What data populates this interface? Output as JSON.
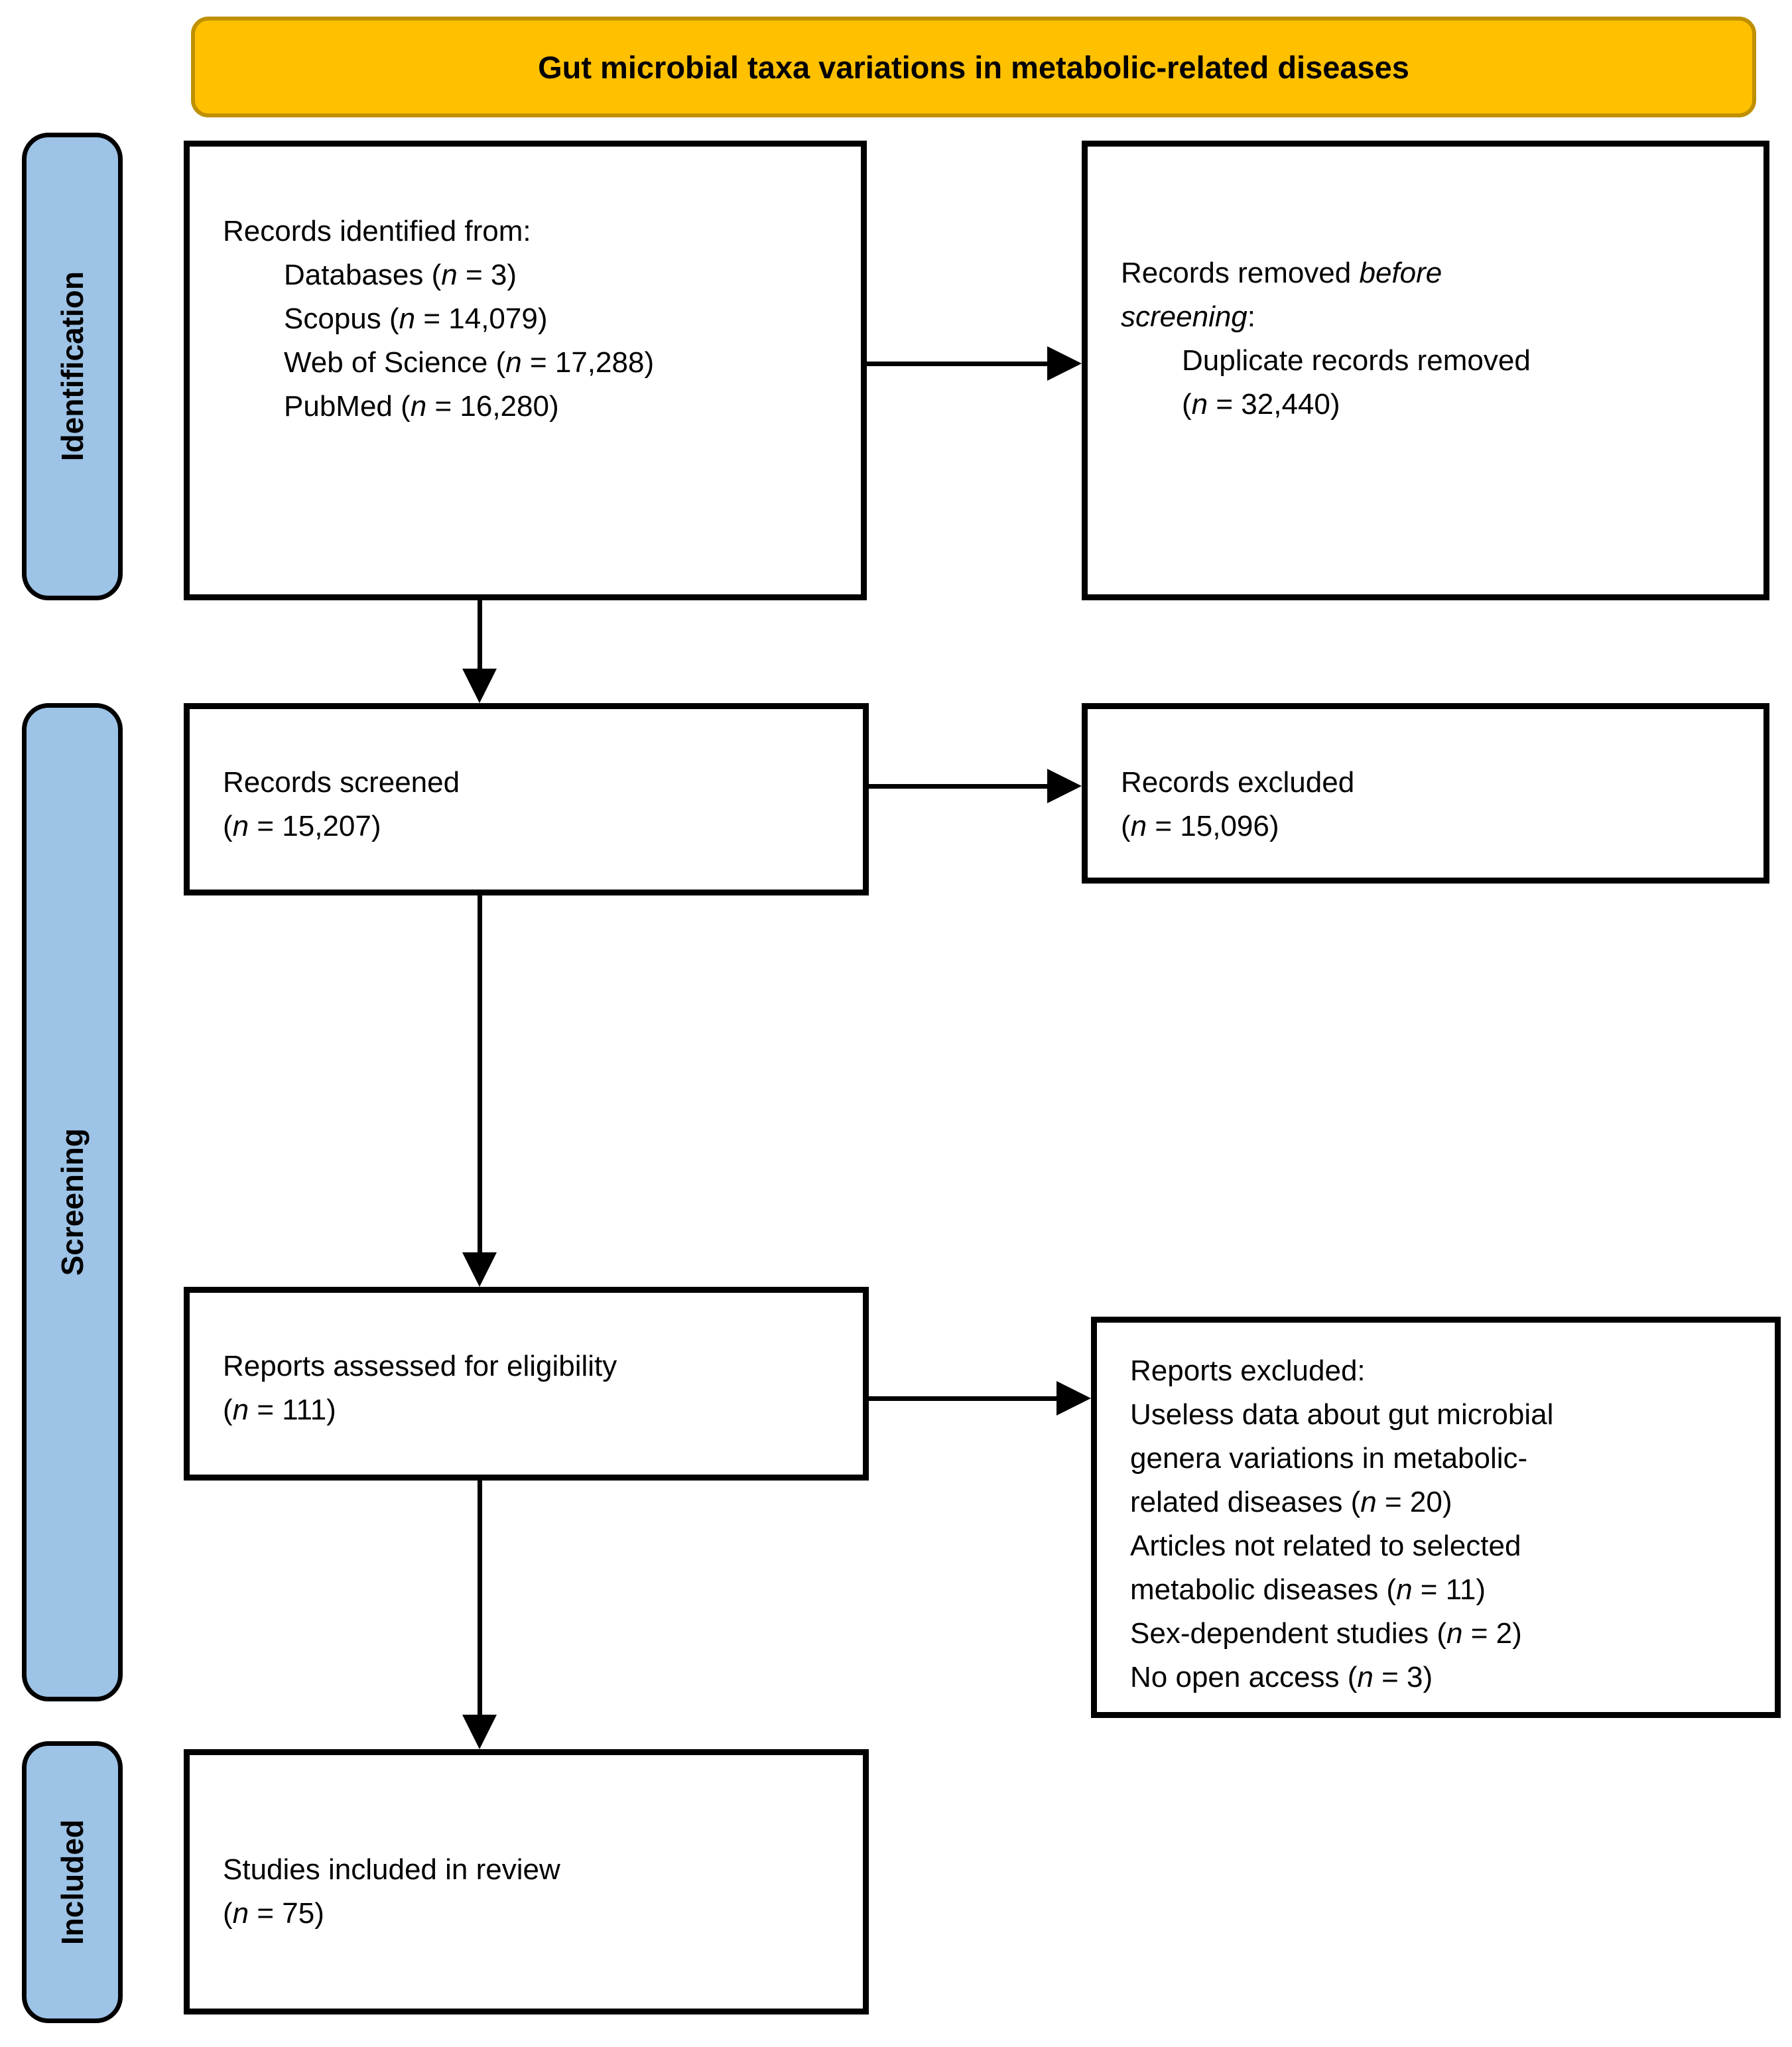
{
  "banner": {
    "label": "Gut microbial taxa variations in metabolic-related diseases",
    "fill_color": "#FFC000",
    "border_color": "#BF9000"
  },
  "stages": [
    {
      "label": "Identification"
    },
    {
      "label": "Screening"
    },
    {
      "label": "Included"
    }
  ],
  "stage_fill_color": "#9DC3E6",
  "box_border_color": "#000000",
  "arrow_color": "#000000",
  "boxes": {
    "identified": {
      "lines": [
        {
          "indent": 0,
          "segments": [
            {
              "t": "Records identified from:"
            }
          ]
        },
        {
          "indent": 1,
          "segments": [
            {
              "t": "Databases ("
            },
            {
              "t": "n",
              "i": true
            },
            {
              "t": " = 3)"
            }
          ]
        },
        {
          "indent": 1,
          "segments": [
            {
              "t": "Scopus ("
            },
            {
              "t": "n",
              "i": true
            },
            {
              "t": " = 14,079)"
            }
          ]
        },
        {
          "indent": 1,
          "segments": [
            {
              "t": "Web of Science ("
            },
            {
              "t": "n",
              "i": true
            },
            {
              "t": " = 17,288)"
            }
          ]
        },
        {
          "indent": 1,
          "segments": [
            {
              "t": "PubMed ("
            },
            {
              "t": "n",
              "i": true
            },
            {
              "t": " = 16,280)"
            }
          ]
        }
      ]
    },
    "removed_before_screening": {
      "lines": [
        {
          "indent": 0,
          "segments": [
            {
              "t": "Records removed "
            },
            {
              "t": "before",
              "i": true
            }
          ]
        },
        {
          "indent": 0,
          "segments": [
            {
              "t": "screening",
              "i": true
            },
            {
              "t": ":"
            }
          ]
        },
        {
          "indent": 1,
          "segments": [
            {
              "t": "Duplicate records removed"
            }
          ]
        },
        {
          "indent": 1,
          "segments": [
            {
              "t": "("
            },
            {
              "t": "n",
              "i": true
            },
            {
              "t": " = 32,440)"
            }
          ]
        }
      ]
    },
    "screened": {
      "lines": [
        {
          "indent": 0,
          "segments": [
            {
              "t": "Records screened"
            }
          ]
        },
        {
          "indent": 0,
          "segments": [
            {
              "t": "("
            },
            {
              "t": "n",
              "i": true
            },
            {
              "t": " = 15,207)"
            }
          ]
        }
      ]
    },
    "excluded": {
      "lines": [
        {
          "indent": 0,
          "segments": [
            {
              "t": "Records excluded"
            }
          ]
        },
        {
          "indent": 0,
          "segments": [
            {
              "t": "("
            },
            {
              "t": "n",
              "i": true
            },
            {
              "t": " = 15,096)"
            }
          ]
        }
      ]
    },
    "assessed": {
      "lines": [
        {
          "indent": 0,
          "segments": [
            {
              "t": "Reports assessed for eligibility"
            }
          ]
        },
        {
          "indent": 0,
          "segments": [
            {
              "t": "("
            },
            {
              "t": "n",
              "i": true
            },
            {
              "t": " = 111)"
            }
          ]
        }
      ]
    },
    "reports_excluded": {
      "lines": [
        {
          "indent": 0,
          "segments": [
            {
              "t": "Reports excluded:"
            }
          ]
        },
        {
          "indent": 0,
          "segments": [
            {
              "t": "Useless data about gut microbial"
            }
          ]
        },
        {
          "indent": 0,
          "segments": [
            {
              "t": "genera variations in metabolic-"
            }
          ]
        },
        {
          "indent": 0,
          "segments": [
            {
              "t": "related diseases ("
            },
            {
              "t": "n",
              "i": true
            },
            {
              "t": " = 20)"
            }
          ]
        },
        {
          "indent": 0,
          "segments": [
            {
              "t": "Articles not related to selected"
            }
          ]
        },
        {
          "indent": 0,
          "segments": [
            {
              "t": "metabolic diseases ("
            },
            {
              "t": "n",
              "i": true
            },
            {
              "t": " = 11)"
            }
          ]
        },
        {
          "indent": 0,
          "segments": [
            {
              "t": "Sex-dependent studies ("
            },
            {
              "t": "n",
              "i": true
            },
            {
              "t": " = 2)"
            }
          ]
        },
        {
          "indent": 0,
          "segments": [
            {
              "t": "No open access ("
            },
            {
              "t": "n",
              "i": true
            },
            {
              "t": " = 3)"
            }
          ]
        }
      ]
    },
    "included_studies": {
      "lines": [
        {
          "indent": 0,
          "segments": [
            {
              "t": "Studies included in review"
            }
          ]
        },
        {
          "indent": 0,
          "segments": [
            {
              "t": "("
            },
            {
              "t": "n",
              "i": true
            },
            {
              "t": " = 75)"
            }
          ]
        }
      ]
    }
  }
}
